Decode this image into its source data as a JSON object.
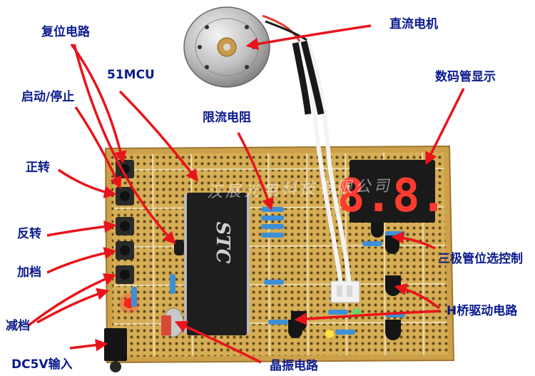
{
  "labels": {
    "reset_circuit": "复位电路",
    "mcu": "51MCU",
    "start_stop": "启动/停止",
    "forward": "正转",
    "reverse": "反转",
    "speed_up": "加档",
    "speed_down": "减档",
    "power_input": "DC5V输入",
    "current_resistor": "限流电阻",
    "dc_motor": "直流电机",
    "seven_segment": "数码管显示",
    "transistor_select": "三极管位选控制",
    "h_bridge": "H桥驱动电路",
    "crystal": "晶振电路"
  },
  "display_digits": "8.8.",
  "chip_marking": "STC",
  "watermark": "汉展光电科技有限公司",
  "colors": {
    "label_text": "#0a1a8c",
    "arrow": "#e8141c",
    "pcb": "#d9b45a",
    "chip": "#1e1e1e",
    "segment_on": "#ff3b2f"
  }
}
